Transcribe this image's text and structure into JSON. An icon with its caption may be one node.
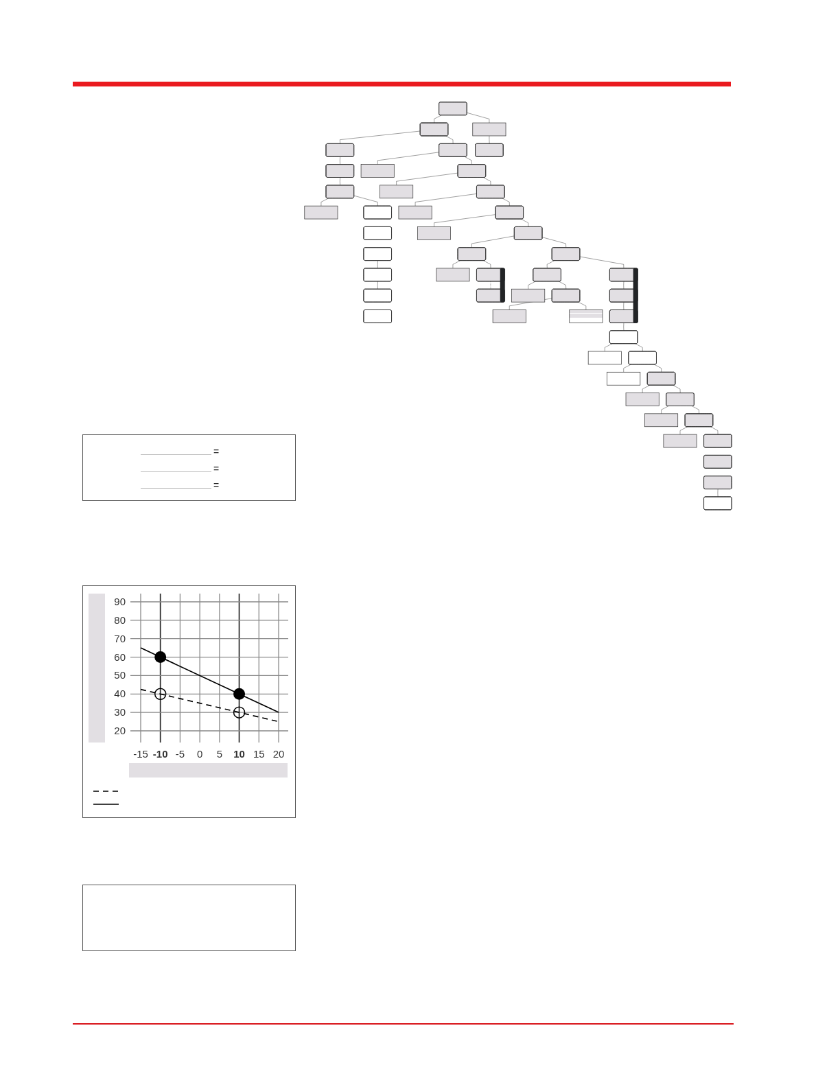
{
  "diagram": {
    "nodes": [
      {
        "text": [],
        "shape": "box"
      },
      {
        "text": [],
        "shape": "box"
      },
      {
        "text": [],
        "shape": "box"
      },
      {
        "text": [],
        "shape": "box"
      },
      {
        "text": [],
        "shape": "box"
      },
      {
        "text": [],
        "shape": "box"
      },
      {
        "text": [],
        "shape": "box"
      },
      {
        "text": [],
        "shape": "box"
      },
      {
        "text": [],
        "shape": "box"
      },
      {
        "text": [],
        "shape": "box"
      },
      {
        "text": [],
        "shape": "box"
      },
      {
        "text": [],
        "shape": "box"
      },
      {
        "text": [],
        "shape": "box"
      },
      {
        "text": [],
        "shape": "box"
      },
      {
        "text": [],
        "shape": "box"
      },
      {
        "text": [],
        "shape": "box"
      },
      {
        "text": [],
        "shape": "box"
      },
      {
        "text": [],
        "shape": "box"
      },
      {
        "text": [],
        "shape": "box"
      },
      {
        "text": [],
        "shape": "box"
      },
      {
        "text": [],
        "shape": "box"
      },
      {
        "text": [],
        "shape": "box"
      },
      {
        "text": [],
        "shape": "box"
      },
      {
        "text": [],
        "shape": "box"
      },
      {
        "text": [],
        "shape": "box"
      },
      {
        "text": [],
        "shape": "box"
      },
      {
        "text": [],
        "shape": "box"
      },
      {
        "text": [],
        "shape": "box"
      },
      {
        "text": [],
        "shape": "box"
      },
      {
        "text": [],
        "shape": "box"
      },
      {
        "text": [],
        "shape": "box"
      },
      {
        "text": [],
        "shape": "box"
      },
      {
        "text": [],
        "shape": "box"
      },
      {
        "text": [],
        "shape": "box"
      },
      {
        "text": [],
        "shape": "box"
      },
      {
        "text": [],
        "shape": "box"
      },
      {
        "text": [],
        "shape": "box"
      },
      {
        "text": [],
        "shape": "box"
      },
      {
        "text": [],
        "shape": "box"
      },
      {
        "text": [],
        "shape": "box"
      },
      {
        "text": [],
        "shape": "box"
      },
      {
        "text": [],
        "shape": "box"
      },
      {
        "text": [],
        "shape": "box"
      },
      {
        "text": [],
        "shape": "box"
      },
      {
        "text": [],
        "shape": "box"
      },
      {
        "text": [],
        "shape": "box"
      },
      {
        "text": [],
        "shape": "box"
      },
      {
        "text": [],
        "shape": "box"
      },
      {
        "text": [],
        "shape": "box"
      },
      {
        "text": [],
        "shape": "box"
      }
    ],
    "edges": [
      {
        "from": 0,
        "to": 3,
        "arrow": "none"
      },
      {
        "from": 0,
        "to": 1,
        "arrow": "none"
      },
      {
        "from": 1,
        "to": 2,
        "arrow": "none"
      },
      {
        "from": 3,
        "to": 4,
        "arrow": "none"
      },
      {
        "from": 4,
        "to": 5,
        "arrow": "none"
      },
      {
        "from": 5,
        "to": 6,
        "arrow": "none"
      },
      {
        "from": 6,
        "to": 7,
        "arrow": "none"
      },
      {
        "from": 6,
        "to": 8,
        "arrow": "none"
      },
      {
        "from": 10,
        "to": 11,
        "arrow": "none"
      },
      {
        "from": 11,
        "to": 12,
        "arrow": "none"
      },
      {
        "from": 3,
        "to": 14,
        "arrow": "none"
      },
      {
        "from": 14,
        "to": 15,
        "arrow": "none"
      },
      {
        "from": 14,
        "to": 16,
        "arrow": "none"
      },
      {
        "from": 16,
        "to": 17,
        "arrow": "none"
      },
      {
        "from": 16,
        "to": 18,
        "arrow": "none"
      },
      {
        "from": 18,
        "to": 19,
        "arrow": "none"
      },
      {
        "from": 18,
        "to": 20,
        "arrow": "none"
      },
      {
        "from": 20,
        "to": 21,
        "arrow": "none"
      },
      {
        "from": 20,
        "to": 22,
        "arrow": "none"
      },
      {
        "from": 22,
        "to": 23,
        "arrow": "none"
      },
      {
        "from": 23,
        "to": 24,
        "arrow": "none"
      },
      {
        "from": 23,
        "to": 25,
        "arrow": "none"
      },
      {
        "from": 25,
        "to": 26,
        "arrow": "none",
        "style": "dashed"
      },
      {
        "from": 22,
        "to": 27,
        "arrow": "none"
      },
      {
        "from": 27,
        "to": 28,
        "arrow": "none"
      },
      {
        "from": 28,
        "to": 29,
        "arrow": "none"
      },
      {
        "from": 28,
        "to": 31,
        "arrow": "none"
      },
      {
        "from": 31,
        "to": 32,
        "arrow": "none"
      },
      {
        "from": 31,
        "to": 35,
        "arrow": "none"
      },
      {
        "from": 27,
        "to": 30,
        "arrow": "none"
      },
      {
        "from": 30,
        "to": 33,
        "arrow": "none"
      },
      {
        "from": 33,
        "to": 34,
        "arrow": "none"
      },
      {
        "from": 34,
        "to": 36,
        "arrow": "none"
      },
      {
        "from": 36,
        "to": 37,
        "arrow": "none"
      },
      {
        "from": 36,
        "to": 38,
        "arrow": "none"
      },
      {
        "from": 38,
        "to": 39,
        "arrow": "none"
      },
      {
        "from": 38,
        "to": 40,
        "arrow": "none"
      },
      {
        "from": 40,
        "to": 41,
        "arrow": "none"
      },
      {
        "from": 40,
        "to": 42,
        "arrow": "none"
      },
      {
        "from": 42,
        "to": 43,
        "arrow": "none"
      },
      {
        "from": 42,
        "to": 44,
        "arrow": "none"
      },
      {
        "from": 44,
        "to": 45,
        "arrow": "none"
      },
      {
        "from": 44,
        "to": 46,
        "arrow": "none"
      },
      {
        "from": 48,
        "to": 49,
        "arrow": "none"
      }
    ],
    "labels": [
      "=",
      "=",
      "="
    ],
    "chart_data": {
      "type": "line",
      "x": [
        -15,
        -10,
        10,
        20
      ],
      "series": [
        {
          "color": "#000000",
          "line_style": "dashed",
          "values": [
            42.5,
            40,
            30,
            25
          ]
        },
        {
          "color": "#000000",
          "line_style": "solid",
          "values": [
            65,
            60,
            40,
            30
          ]
        }
      ],
      "xlim": [
        -15,
        20
      ],
      "ylim": [
        20,
        90
      ],
      "xticks": [
        -15,
        -10,
        -5,
        0,
        5,
        10,
        15,
        20
      ],
      "yticks": [
        20,
        30,
        40,
        50,
        60,
        70,
        80,
        90
      ],
      "grid": true
    }
  }
}
